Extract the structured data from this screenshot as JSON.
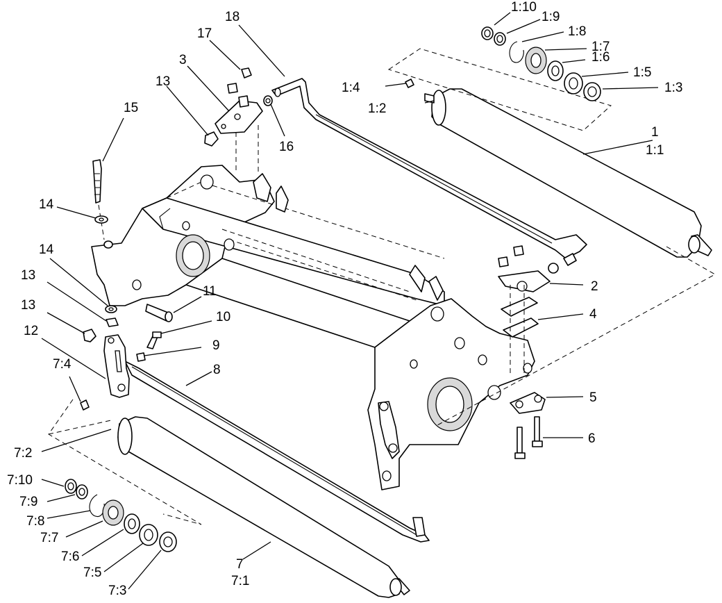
{
  "callouts": {
    "c1": "1",
    "c1_1": "1:1",
    "c1_2": "1:2",
    "c1_3": "1:3",
    "c1_4": "1:4",
    "c1_5": "1:5",
    "c1_6": "1:6",
    "c1_7": "1:7",
    "c1_8": "1:8",
    "c1_9": "1:9",
    "c1_10": "1:10",
    "c2": "2",
    "c3": "3",
    "c4": "4",
    "c5": "5",
    "c6": "6",
    "c7": "7",
    "c7_1": "7:1",
    "c7_2": "7:2",
    "c7_3": "7:3",
    "c7_4": "7:4",
    "c7_5": "7:5",
    "c7_6": "7:6",
    "c7_7": "7:7",
    "c7_8": "7:8",
    "c7_9": "7:9",
    "c7_10": "7:10",
    "c8": "8",
    "c9": "9",
    "c10": "10",
    "c11": "11",
    "c12": "12",
    "c13a": "13",
    "c13b": "13",
    "c13c": "13",
    "c14a": "14",
    "c14b": "14",
    "c15": "15",
    "c16": "16",
    "c17": "17",
    "c18": "18"
  }
}
